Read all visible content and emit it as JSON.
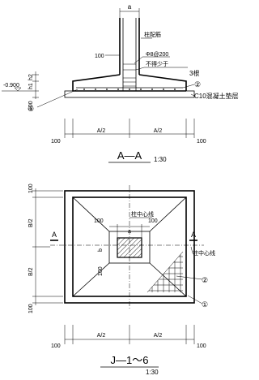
{
  "section": {
    "column_top_label": "a",
    "dim_column": "100",
    "label_column_rebar": "柱配筋",
    "label_stirrup": "Φ8@200",
    "label_not_less": "不得少于",
    "label_layers": "3根",
    "label_concrete": "C10混凝土垫层",
    "level": "-0.900",
    "dim_h2": "h2",
    "dim_h1": "h1",
    "dim_pad": "100",
    "marker_1": "①",
    "marker_2": "②",
    "dim_left_100": "100",
    "dim_half_left": "A/2",
    "dim_half_right": "A/2",
    "dim_right_100": "100",
    "title": "A—A",
    "scale": "1:30"
  },
  "plan": {
    "dim_top_100": "100",
    "dim_b_half_top": "B/2",
    "dim_b_half_bottom": "B/2",
    "dim_bottom_100": "100",
    "label_column_axis": "柱中心线",
    "inner_dim_left": "100",
    "inner_dim_a": "a",
    "inner_dim_right": "100",
    "inner_dim_b": "b",
    "inner_dim_bottom": "100",
    "section_mark_left": "A",
    "section_mark_right": "A",
    "label_column_axis_right": "柱中心线",
    "marker_2": "②",
    "marker_1": "①",
    "dim_left_100": "100",
    "dim_half_left": "A/2",
    "dim_half_right": "A/2",
    "dim_right_100": "100",
    "title": "J—1～6",
    "scale": "1:30"
  }
}
